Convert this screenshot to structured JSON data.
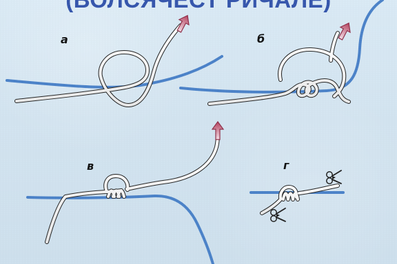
{
  "header": {
    "title": "(ВОЛСЯЧЕСТ РИЧАЛЕ)"
  },
  "steps": [
    {
      "label": "а"
    },
    {
      "label": "б"
    },
    {
      "label": "в"
    },
    {
      "label": "г"
    }
  ],
  "icons": {
    "arrow_a": "pull-arrow-icon",
    "arrow_b": "pull-arrow-icon",
    "arrow_v": "pull-arrow-icon",
    "scissors_top": "scissors-icon",
    "scissors_bottom": "scissors-icon"
  },
  "colors": {
    "line": "#4b82c8",
    "rope": "#f5f5f5",
    "rope_outline": "#2b2b2b",
    "arrow": "#d9aabb"
  }
}
